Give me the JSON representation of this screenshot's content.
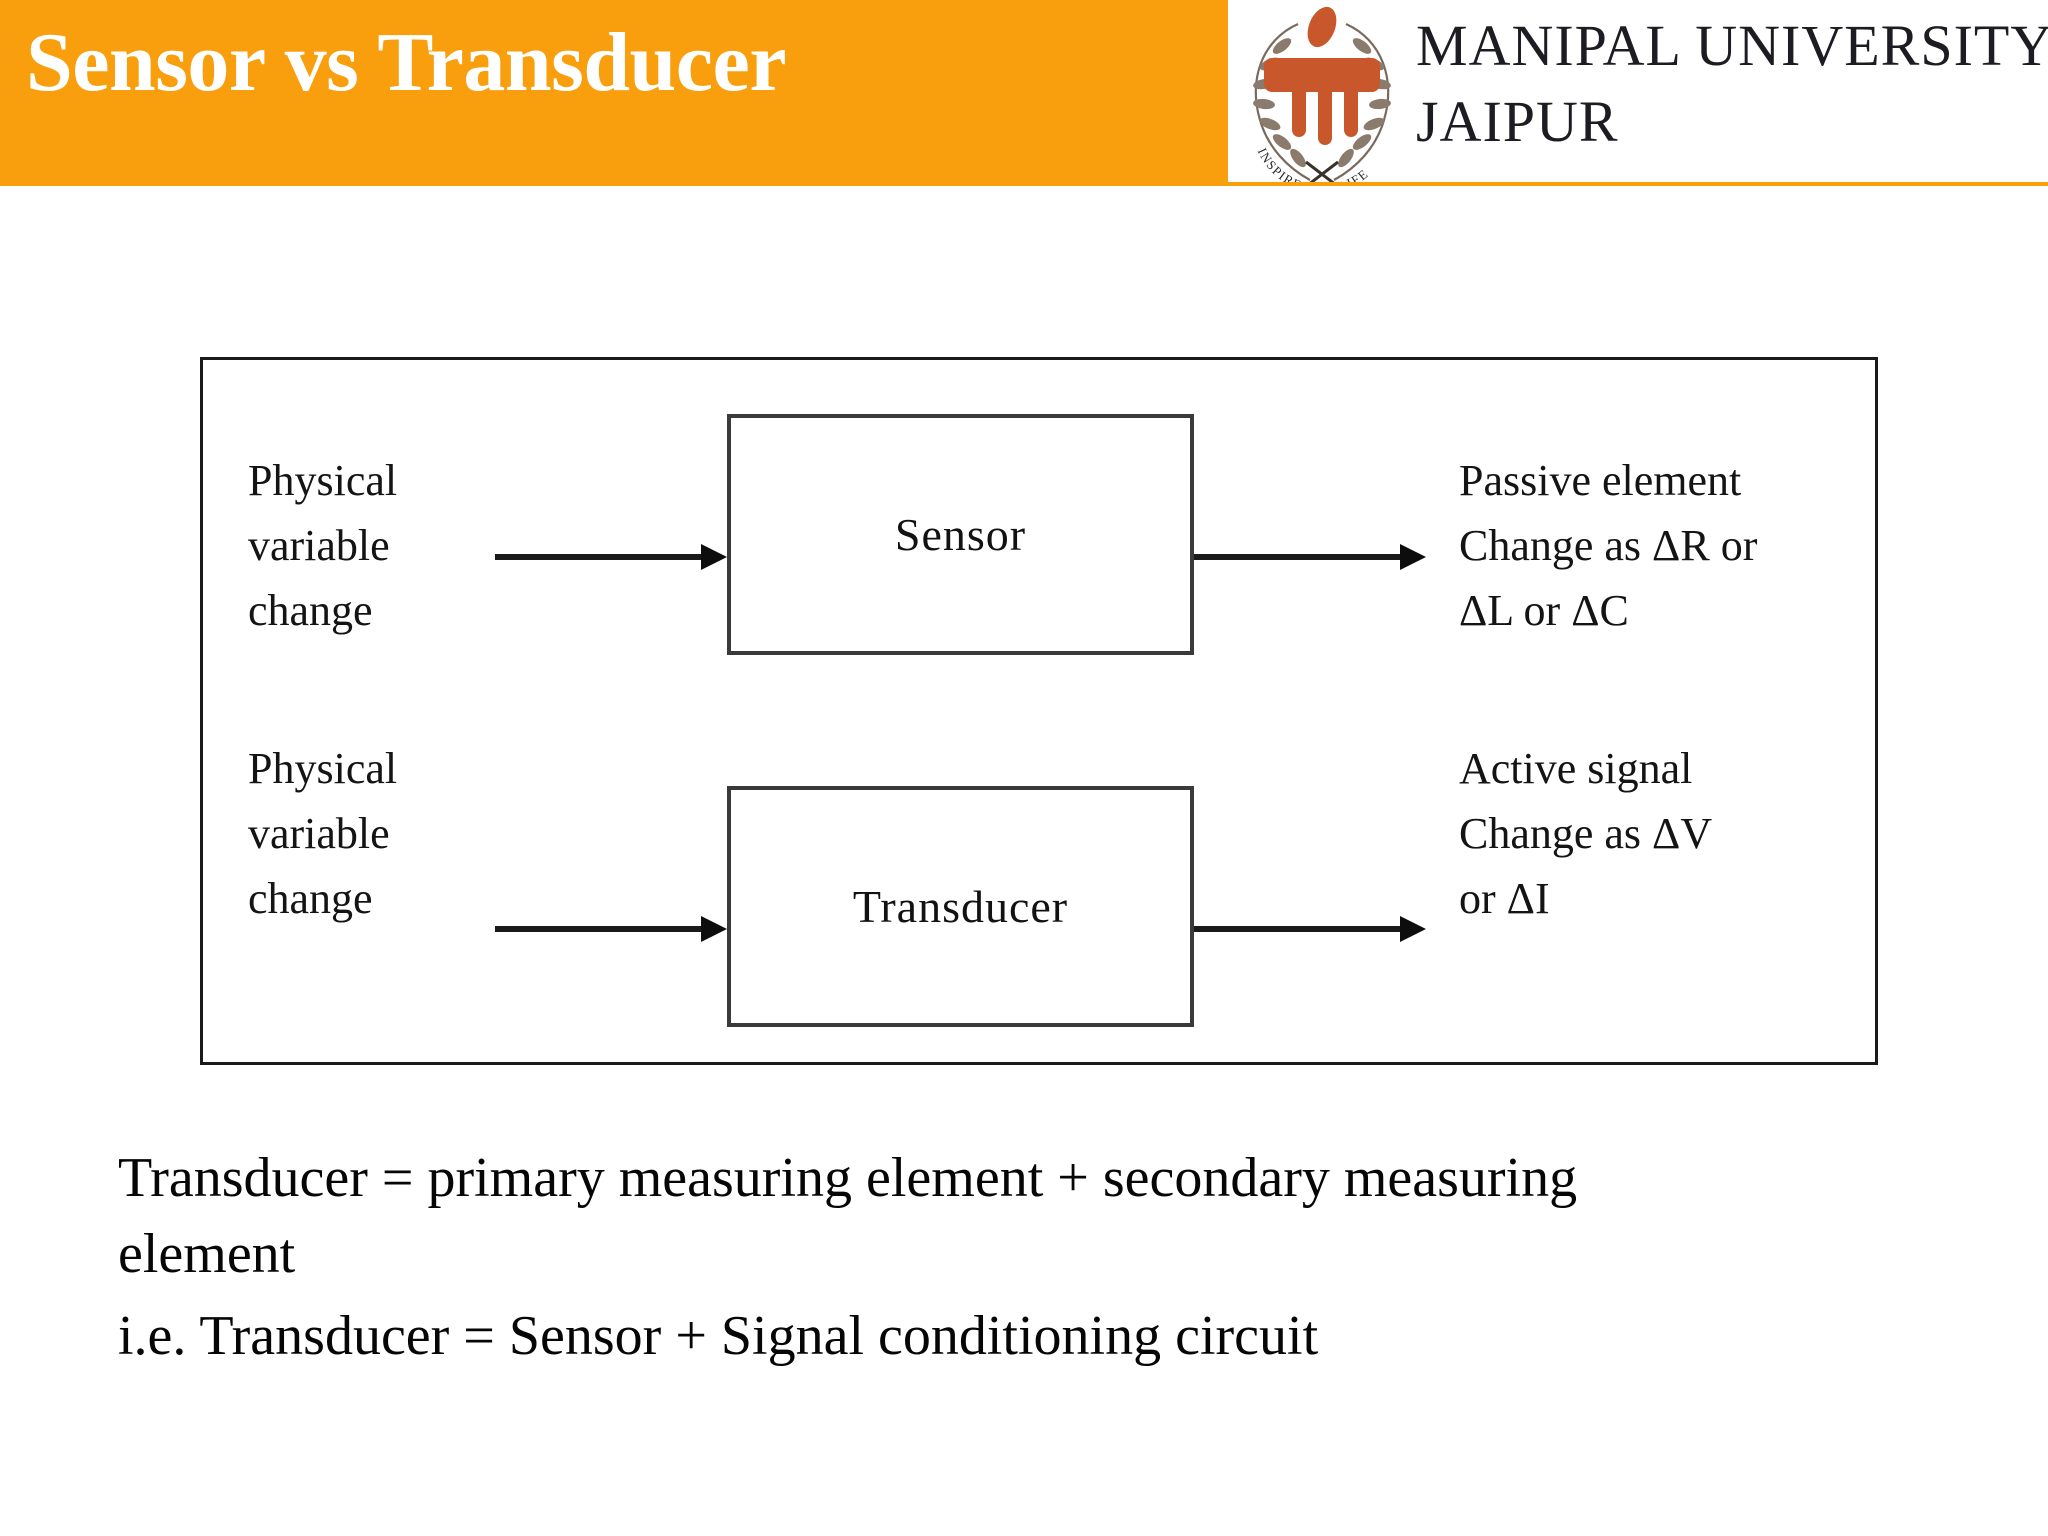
{
  "header": {
    "title": "Sensor vs Transducer",
    "band_color": "#F99E0C",
    "title_color": "#FFFFFF",
    "logo": {
      "name": "manipal-university-jaipur-logo",
      "line1": "MANIPAL UNIVERSITY",
      "line2": "JAIPUR",
      "tagline": "INSPIRED BY LIFE",
      "mark_color": "#C8572B",
      "wreath_color": "#6E6056"
    }
  },
  "diagram": {
    "rows": [
      {
        "input_label": "Physical\nvariable\nchange",
        "input_lines": [
          "Physical",
          "variable",
          "change"
        ],
        "block_label": "Sensor",
        "output_lines": [
          "Passive element",
          "Change as ΔR or",
          "ΔL or ΔC"
        ]
      },
      {
        "input_label": "Physical\nvariable\nchange",
        "input_lines": [
          "Physical",
          "variable",
          "change"
        ],
        "block_label": "Transducer",
        "output_lines": [
          "Active signal",
          "Change as ΔV",
          "or ΔI"
        ]
      }
    ]
  },
  "body": {
    "lines": [
      "Transducer = primary measuring element + secondary measuring",
      "element",
      "i.e. Transducer = Sensor + Signal conditioning circuit"
    ]
  }
}
